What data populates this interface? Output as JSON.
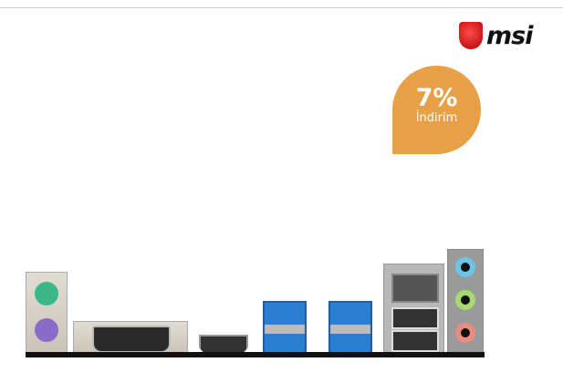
{
  "brand": {
    "name": "msi",
    "logo_color": "#d41f1f"
  },
  "badge": {
    "percent": "7%",
    "label": "İndirim",
    "color": "#e8a047"
  },
  "product_image": {
    "ports": [
      "ps2-keyboard",
      "ps2-mouse",
      "dvi",
      "hdmi",
      "usb3-pair-1",
      "usb3-pair-2",
      "lan-usb",
      "audio"
    ]
  }
}
